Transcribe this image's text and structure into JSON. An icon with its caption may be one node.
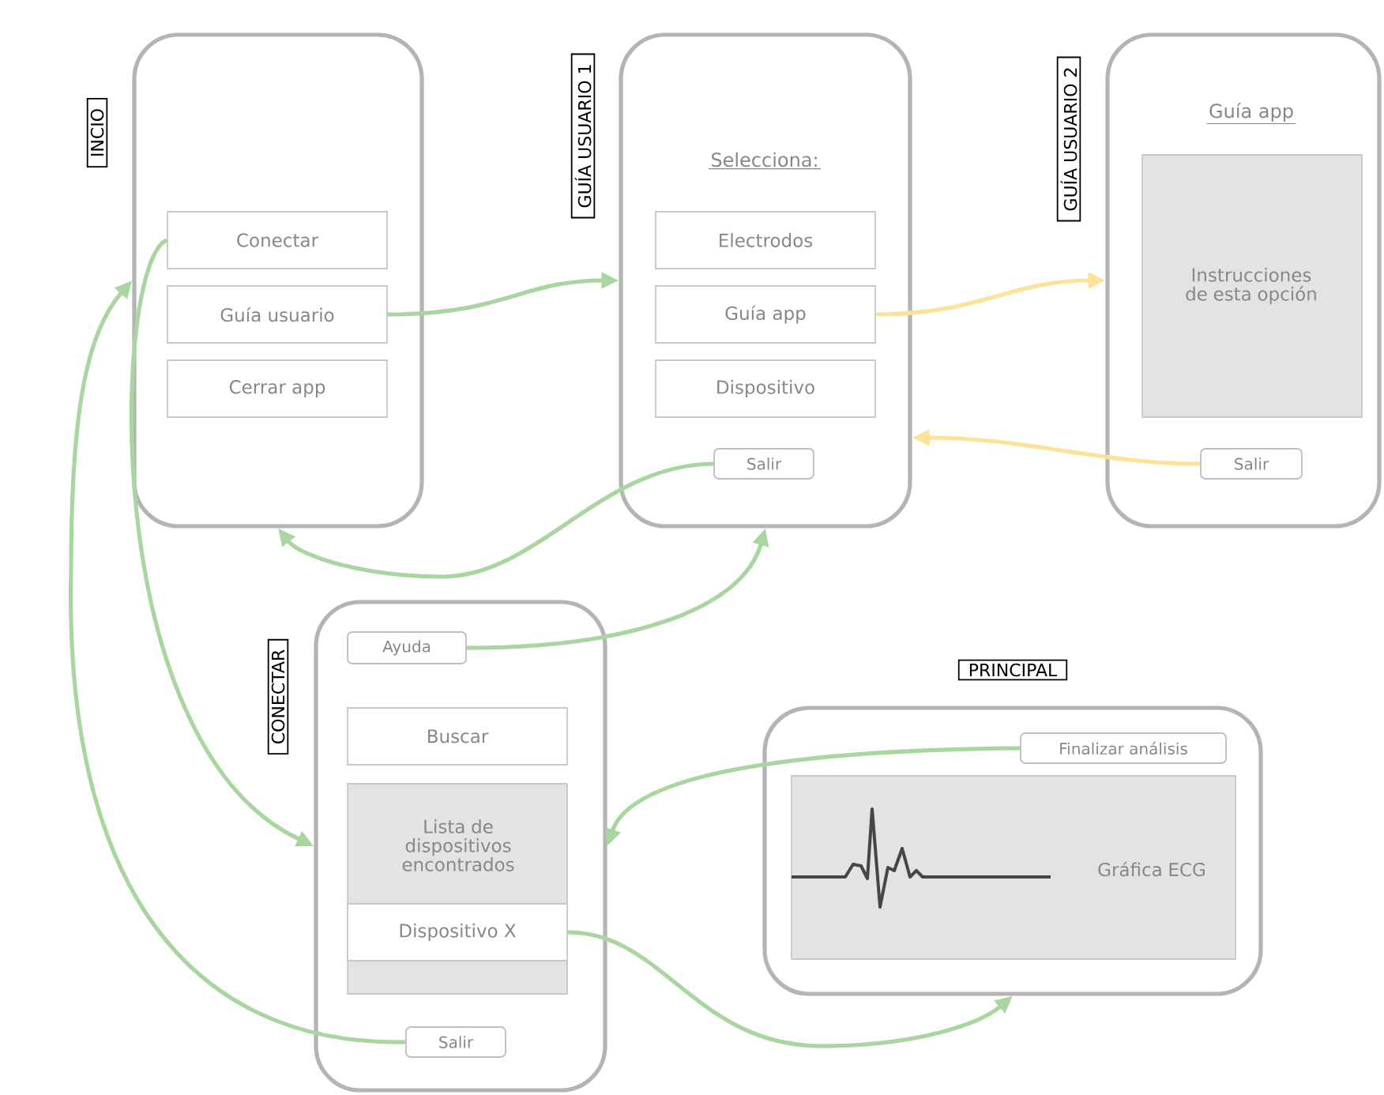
{
  "diagram": {
    "nodes": [
      {
        "text": [
          "INCIO"
        ]
      },
      {
        "text": [
          "Conectar"
        ],
        "in": 0
      },
      {
        "text": [
          "Guía usuario"
        ],
        "in": 0
      },
      {
        "text": [
          "Cerrar app"
        ],
        "in": 0
      },
      {
        "text": [
          "GUÍA USUARIO 1",
          "Selecciona:"
        ]
      },
      {
        "text": [
          "Electrodos"
        ],
        "in": 4
      },
      {
        "text": [
          "Guía app"
        ],
        "in": 4
      },
      {
        "text": [
          "Dispositivo"
        ],
        "in": 4
      },
      {
        "text": [
          "Salir"
        ],
        "in": 4
      },
      {
        "text": [
          "GUÍA USUARIO 2",
          "Guía app"
        ]
      },
      {
        "text": [
          "Instrucciones de esta opción"
        ],
        "in": 9
      },
      {
        "text": [
          "Salir"
        ],
        "in": 9
      },
      {
        "text": [
          "CONECTAR"
        ]
      },
      {
        "text": [
          "Ayuda"
        ],
        "in": 12
      },
      {
        "text": [
          "Buscar"
        ],
        "in": 12
      },
      {
        "text": [
          "Lista de dispositivos encontrados"
        ],
        "in": 12
      },
      {
        "text": [
          "Dispositivo X"
        ],
        "in": 15
      },
      {
        "text": [
          "Salir"
        ],
        "in": 12
      },
      {
        "text": [
          "PRINCIPAL"
        ]
      },
      {
        "text": [
          "Finalizar análisis"
        ],
        "in": 18
      },
      {
        "text": [
          "Gráfica ECG"
        ],
        "in": 18
      }
    ],
    "edges": [
      {
        "from": 2,
        "to": 4,
        "arrow": "to"
      },
      {
        "from": 6,
        "to": 9,
        "arrow": "to",
        "color": "#fde29a"
      },
      {
        "from": 11,
        "to": 4,
        "arrow": "to",
        "color": "#fde29a"
      },
      {
        "from": 8,
        "to": 0,
        "arrow": "to"
      },
      {
        "from": 13,
        "to": 4,
        "arrow": "to"
      },
      {
        "from": 1,
        "to": 12,
        "arrow": "to"
      },
      {
        "from": 17,
        "to": 0,
        "arrow": "to"
      },
      {
        "from": 19,
        "to": 12,
        "arrow": "to"
      },
      {
        "from": 16,
        "to": 18,
        "arrow": "to"
      }
    ]
  }
}
